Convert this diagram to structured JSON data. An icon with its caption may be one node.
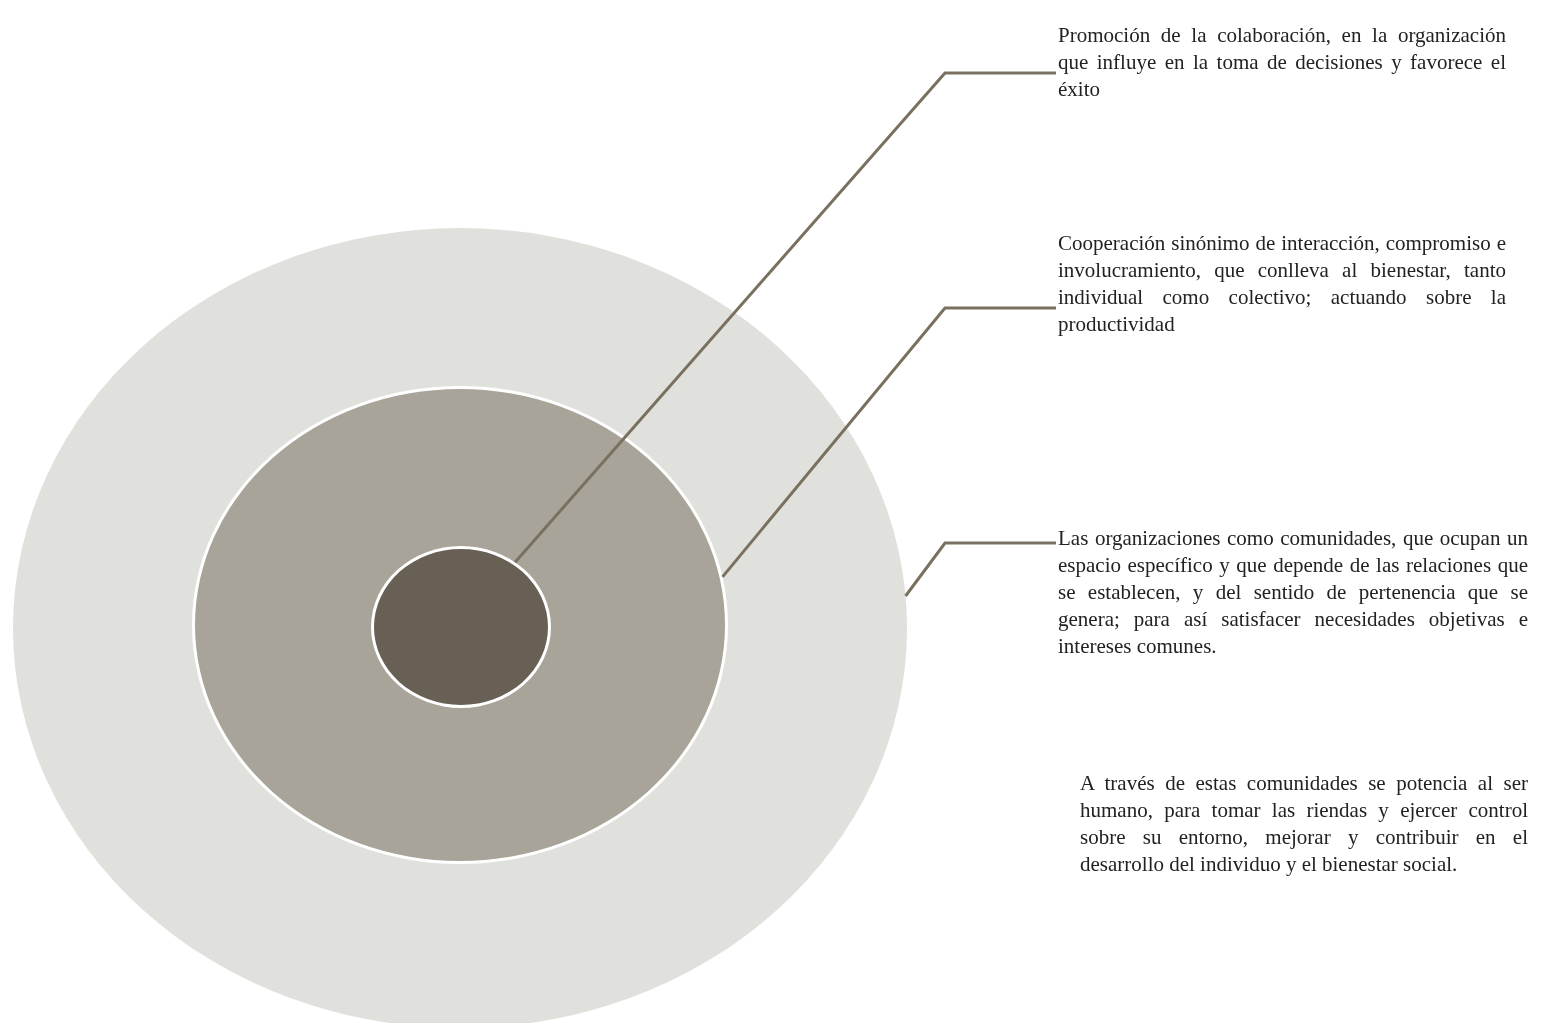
{
  "diagram": {
    "nodes": [
      {
        "text": [],
        "shape": "circle"
      },
      {
        "text": [],
        "shape": "circle",
        "in": 0
      },
      {
        "text": [],
        "shape": "circle",
        "in": 1
      },
      {
        "text": [
          "Promoción de la colaboración, en la organización que influye en la toma de decisiones y favorece el éxito"
        ]
      },
      {
        "text": [
          "Cooperación sinónimo de interacción, compromiso e involucramiento, que conlleva al bienestar, tanto individual como colectivo; actuando sobre la productividad"
        ]
      },
      {
        "text": [
          "Las organizaciones como comunidades, que ocupan un espacio específico y que depende de las relaciones que se establecen, y del sentido de pertenencia que se genera; para así satisfacer necesidades objetivas e intereses comunes."
        ]
      }
    ],
    "edges": [
      {
        "from": 3,
        "to": 2,
        "arrow": "none"
      },
      {
        "from": 4,
        "to": 1,
        "arrow": "none"
      },
      {
        "from": 5,
        "to": 0,
        "arrow": "none"
      }
    ],
    "labels": [
      "A través de estas comunidades se potencia al ser humano, para tomar las riendas y ejercer control sobre su entorno, mejorar y contribuir en el desarrollo del individuo y el bienestar social."
    ]
  }
}
